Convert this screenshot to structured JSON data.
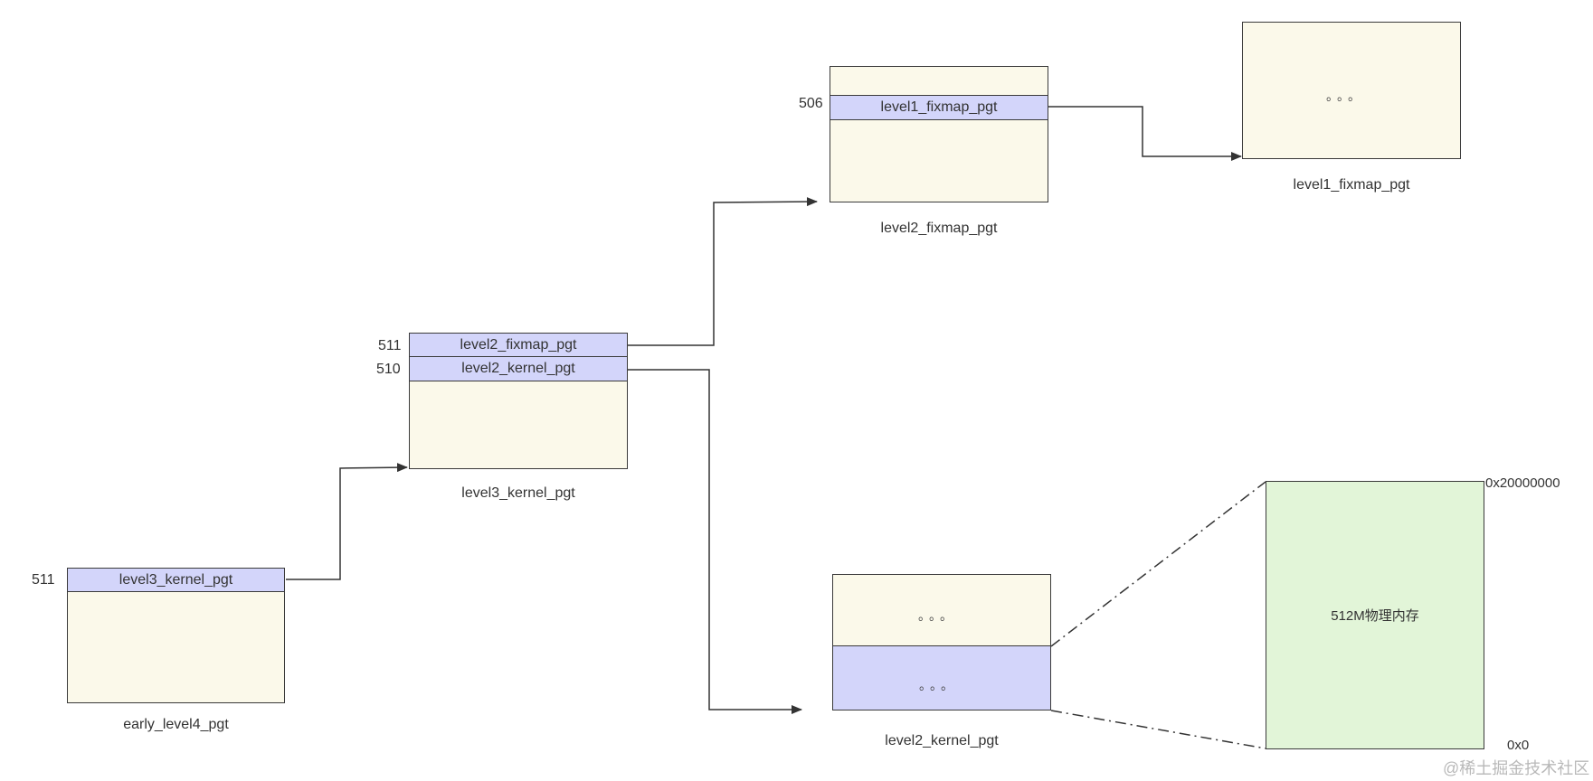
{
  "tables": {
    "early_level4": {
      "caption": "early_level4_pgt",
      "entry_index": "511",
      "entry_label": "level3_kernel_pgt"
    },
    "level3_kernel": {
      "caption": "level3_kernel_pgt",
      "entry_511_index": "511",
      "entry_511_label": "level2_fixmap_pgt",
      "entry_510_index": "510",
      "entry_510_label": "level2_kernel_pgt"
    },
    "level2_fixmap": {
      "caption": "level2_fixmap_pgt",
      "entry_index": "506",
      "entry_label": "level1_fixmap_pgt"
    },
    "level1_fixmap": {
      "caption": "level1_fixmap_pgt",
      "ellipsis": "。。。"
    },
    "level2_kernel": {
      "caption": "level2_kernel_pgt",
      "upper_ellipsis": "。。。",
      "lower_ellipsis": "。。。"
    }
  },
  "physical_memory": {
    "label": "512M物理内存",
    "top_address": "0x20000000",
    "bottom_address": "0x0"
  },
  "watermark": "@稀土掘金技术社区",
  "colors": {
    "table_fill": "#fbf9ea",
    "entry_fill": "#d3d5fa",
    "memory_fill": "#e2f5d8",
    "stroke": "#3a3a3a"
  }
}
